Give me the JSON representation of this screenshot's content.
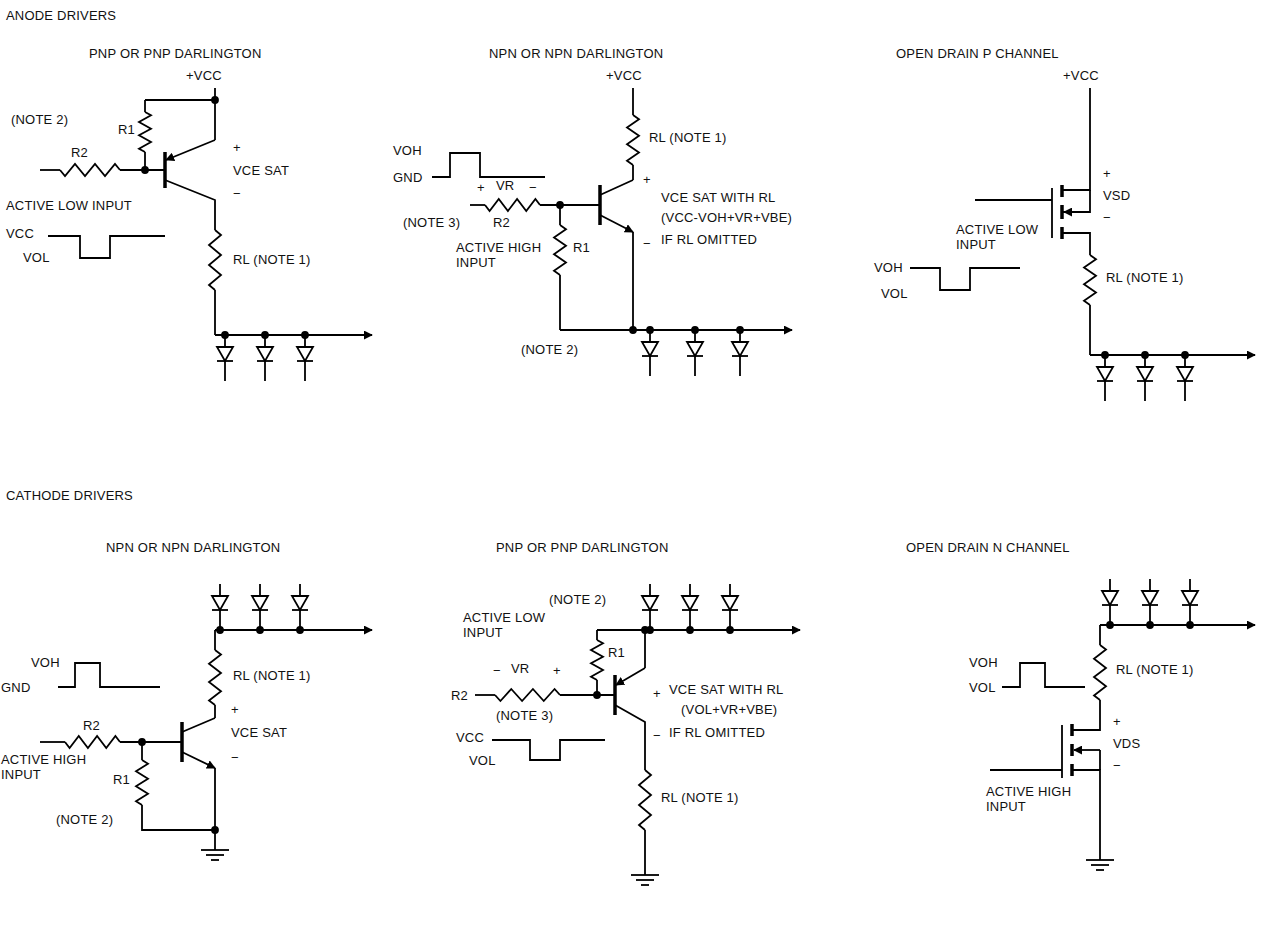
{
  "diagram": {
    "labels": [
      "ANODE DRIVERS",
      "PNP OR PNP DARLINGTON",
      "+VCC",
      "(NOTE 2)",
      "R1",
      "R2",
      "+",
      "VCE SAT",
      "ACTIVE LOW INPUT",
      "−",
      "VCC",
      "VOL",
      "RL (NOTE 1)",
      "NPN OR NPN DARLINGTON",
      "+VCC",
      "RL (NOTE 1)",
      "VOH",
      "GND",
      "+",
      "+",
      "VR",
      "−",
      "VCE SAT WITH RL",
      "(NOTE 3)",
      "R2",
      "(VCC-VOH+VR+VBE)",
      "R1",
      "−",
      "IF RL OMITTED",
      "ACTIVE HIGH INPUT",
      "(NOTE 2)",
      "OPEN DRAIN P CHANNEL",
      "+VCC",
      "+",
      "VSD",
      "−",
      "ACTIVE LOW INPUT",
      "RL (NOTE 1)",
      "VOH",
      "VOL",
      "CATHODE DRIVERS",
      "NPN OR NPN DARLINGTON",
      "RL (NOTE 1)",
      "VOH",
      "GND",
      "+",
      "R2",
      "VCE SAT",
      "ACTIVE HIGH INPUT",
      "R1",
      "−",
      "(NOTE 2)",
      "PNP OR PNP DARLINGTON",
      "(NOTE 2)",
      "ACTIVE LOW INPUT",
      "R1",
      "−",
      "VR",
      "+",
      "+",
      "VCE SAT WITH RL",
      "(VOL+VR+VBE)",
      "R2",
      "(NOTE 3)",
      "−",
      "IF RL OMITTED",
      "VCC",
      "VOL",
      "RL (NOTE 1)",
      "OPEN DRAIN N CHANNEL",
      "RL (NOTE 1)",
      "VOH",
      "VOL",
      "+",
      "VDS",
      "−",
      "ACTIVE HIGH INPUT"
    ]
  }
}
